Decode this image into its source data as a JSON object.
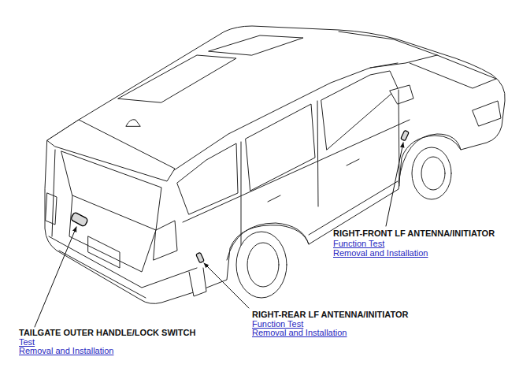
{
  "diagram": {
    "labels": [
      "RIGHT-FRONT LF ANTENNA/INITIATOR",
      "Function Test",
      "Removal and Installation",
      "RIGHT-REAR LF ANTENNA/INITIATOR",
      "Function Test",
      "Removal and Installation",
      "TAILGATE OUTER HANDLE/LOCK SWITCH",
      "Test",
      "Removal and Installation"
    ]
  }
}
